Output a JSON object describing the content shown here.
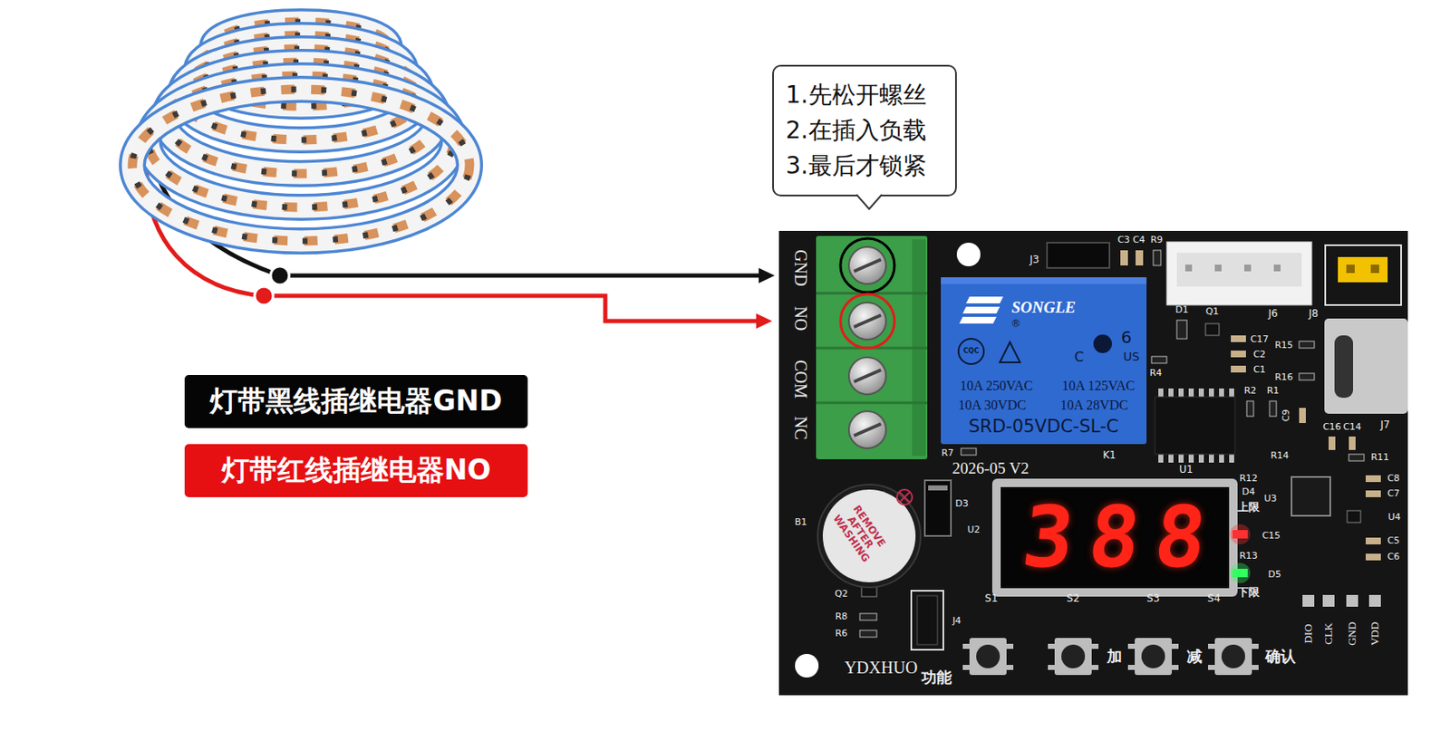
{
  "diagram": {
    "nodes": [
      {
        "text": [
          "1.先松开螺丝",
          "2.在插入负载",
          "3.最后才锁紧"
        ]
      },
      {
        "text": [
          "灯带黑线插继电器GND"
        ]
      },
      {
        "text": [
          "灯带红线插继电器NO"
        ]
      }
    ],
    "labels": [
      "GND",
      "NO",
      "COM",
      "NC",
      "J3",
      "C3",
      "C4",
      "R9",
      "J6",
      "J8",
      "D1",
      "Q1",
      "C17",
      "C2",
      "C1",
      "R15",
      "R16",
      "R4",
      "R2",
      "R1",
      "C9",
      "C16",
      "C14",
      "J7",
      "R14",
      "R11",
      "C8",
      "C7",
      "U4",
      "C5",
      "C6",
      "R7",
      "K1",
      "2026-05 V2",
      "U1",
      "R12",
      "D4",
      "U3",
      "上限",
      "C15",
      "R13",
      "D5",
      "下限",
      "D3",
      "B1",
      "U2",
      "Q2",
      "R8",
      "R6",
      "J4",
      "S1",
      "S2",
      "S3",
      "S4",
      "YDXHUO",
      "功能",
      "加",
      "减",
      "确认",
      "DIO",
      "CLK",
      "GND",
      "VDD",
      "SONGLE",
      "®",
      "6",
      "C",
      "US",
      "CQC",
      "10A 250VAC",
      "10A 125VAC",
      "10A 30VDC",
      "10A 28VDC",
      "SRD-05VDC-SL-C",
      "REMOVE AFTER WASHING",
      "388"
    ]
  }
}
